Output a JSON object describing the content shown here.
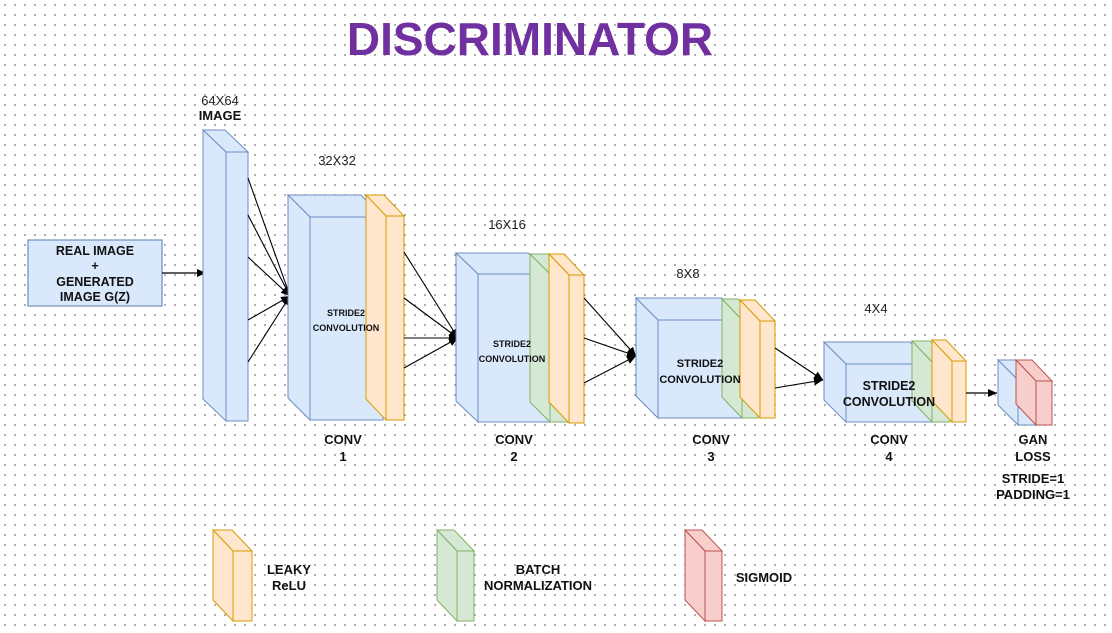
{
  "title": "DISCRIMINATOR",
  "colors": {
    "title": "#7030a0",
    "blue_fill": "#dae8fc",
    "blue_stroke": "#6c8ebf",
    "orange_fill": "#ffe6cc",
    "orange_stroke": "#d79b00",
    "green_fill": "#d5e8d4",
    "green_stroke": "#82b366",
    "red_fill": "#f8cecc",
    "red_stroke": "#b85450"
  },
  "input_box": {
    "line1": "REAL IMAGE",
    "line2": "+",
    "line3": "GENERATED",
    "line4": "IMAGE G(Z)"
  },
  "image_block": {
    "size": "64X64",
    "label": "IMAGE"
  },
  "layers": [
    {
      "size": "32X32",
      "inner1": "STRIDE2",
      "inner2": "CONVOLUTION",
      "name": "CONV",
      "num": "1"
    },
    {
      "size": "16X16",
      "inner1": "STRIDE2",
      "inner2": "CONVOLUTION",
      "name": "CONV",
      "num": "2"
    },
    {
      "size": "8X8",
      "inner1": "STRIDE2",
      "inner2": "CONVOLUTION",
      "name": "CONV",
      "num": "3"
    },
    {
      "size": "4X4",
      "inner1": "STRIDE2",
      "inner2": "CONVOLUTION",
      "name": "CONV",
      "num": "4"
    }
  ],
  "output": {
    "line1": "GAN",
    "line2": "LOSS",
    "stride": "STRIDE=1",
    "padding": "PADDING=1"
  },
  "legend": [
    {
      "color": "orange",
      "line1": "LEAKY",
      "line2": "ReLU"
    },
    {
      "color": "green",
      "line1": "BATCH",
      "line2": "NORMALIZATION"
    },
    {
      "color": "red",
      "line1": "SIGMOID",
      "line2": ""
    }
  ]
}
